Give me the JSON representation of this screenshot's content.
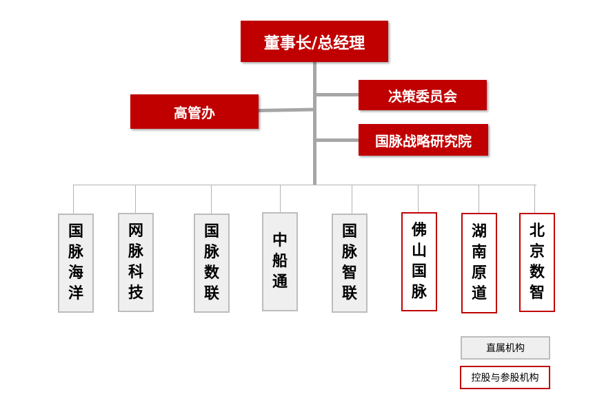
{
  "top": {
    "label": "董事长/总经理"
  },
  "office": {
    "label": "高管办"
  },
  "committee": {
    "label": "决策委员会"
  },
  "institute": {
    "label": "国脉战略研究院"
  },
  "units": [
    {
      "name": "国脉海洋",
      "type": "direct"
    },
    {
      "name": "网脉科技",
      "type": "direct"
    },
    {
      "name": "国脉数联",
      "type": "direct"
    },
    {
      "name": "中船通",
      "type": "direct"
    },
    {
      "name": "国脉智联",
      "type": "direct"
    },
    {
      "name": "佛山国脉",
      "type": "holding"
    },
    {
      "name": "湖南原道",
      "type": "holding"
    },
    {
      "name": "北京数智",
      "type": "holding"
    }
  ],
  "legend": {
    "direct": "直属机构",
    "holding": "控股与参股机构"
  },
  "colors": {
    "accent": "#c00000",
    "connector": "#a6a6a6",
    "direct_fill": "#efefef",
    "direct_border": "#bcbcbc"
  }
}
